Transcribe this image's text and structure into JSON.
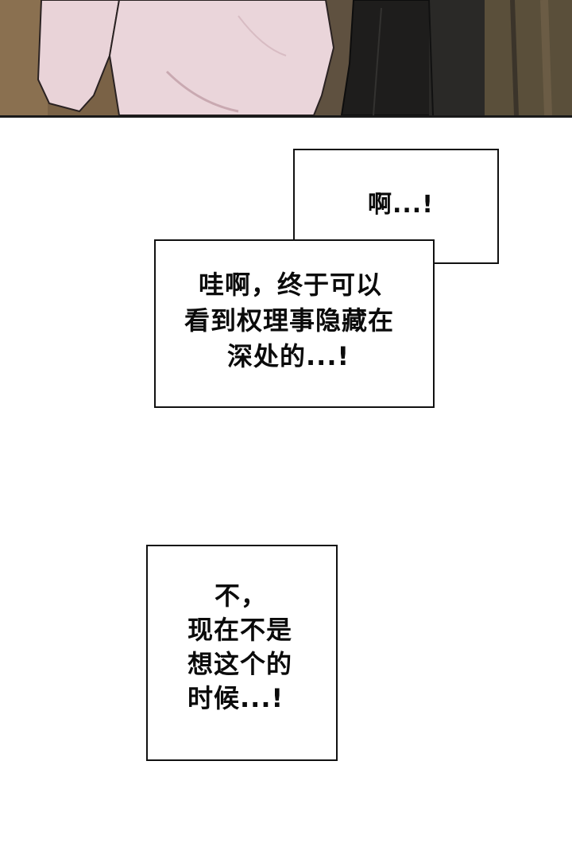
{
  "colors": {
    "background": "#ffffff",
    "bubble_border": "#111111",
    "text": "#0b0b0b",
    "panel_border": "#1a1a1a"
  },
  "top_panel": {
    "depiction": [
      "pale-arm",
      "pale-torso",
      "dark-suit"
    ]
  },
  "bubbles": {
    "exclaim": {
      "text": "啊...!"
    },
    "wow": {
      "lines": [
        "哇啊，终于可以",
        "看到权理事隐藏在",
        "深处的...!"
      ]
    },
    "no": {
      "lines": [
        "不，",
        "现在不是",
        "想这个的",
        "时候...!"
      ]
    }
  }
}
